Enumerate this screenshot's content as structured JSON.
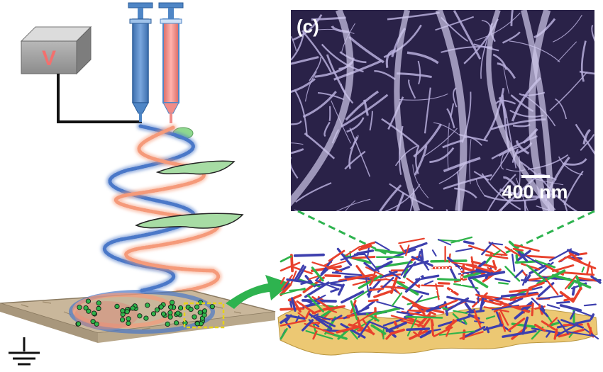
{
  "panel_label": "(c)",
  "voltage_symbol": "V",
  "scale_bar_label": "400 nm",
  "colors": {
    "syringe_a": "#4f86c6",
    "syringe_b": "#f08c88",
    "jet_a": "#4a78c8",
    "jet_b": "#f59a7a",
    "droplet": "#8fd88f",
    "fiber_red": "#e8412c",
    "fiber_blue": "#3d3fae",
    "fiber_green": "#2fb34a",
    "sem_bg": "#2a2248",
    "sem_fiber": "#b7aedc",
    "substrate": "#c9b79b",
    "foam": "#ecc873",
    "arrow": "#2eb34f",
    "highlight_box": "#e6d21a"
  }
}
